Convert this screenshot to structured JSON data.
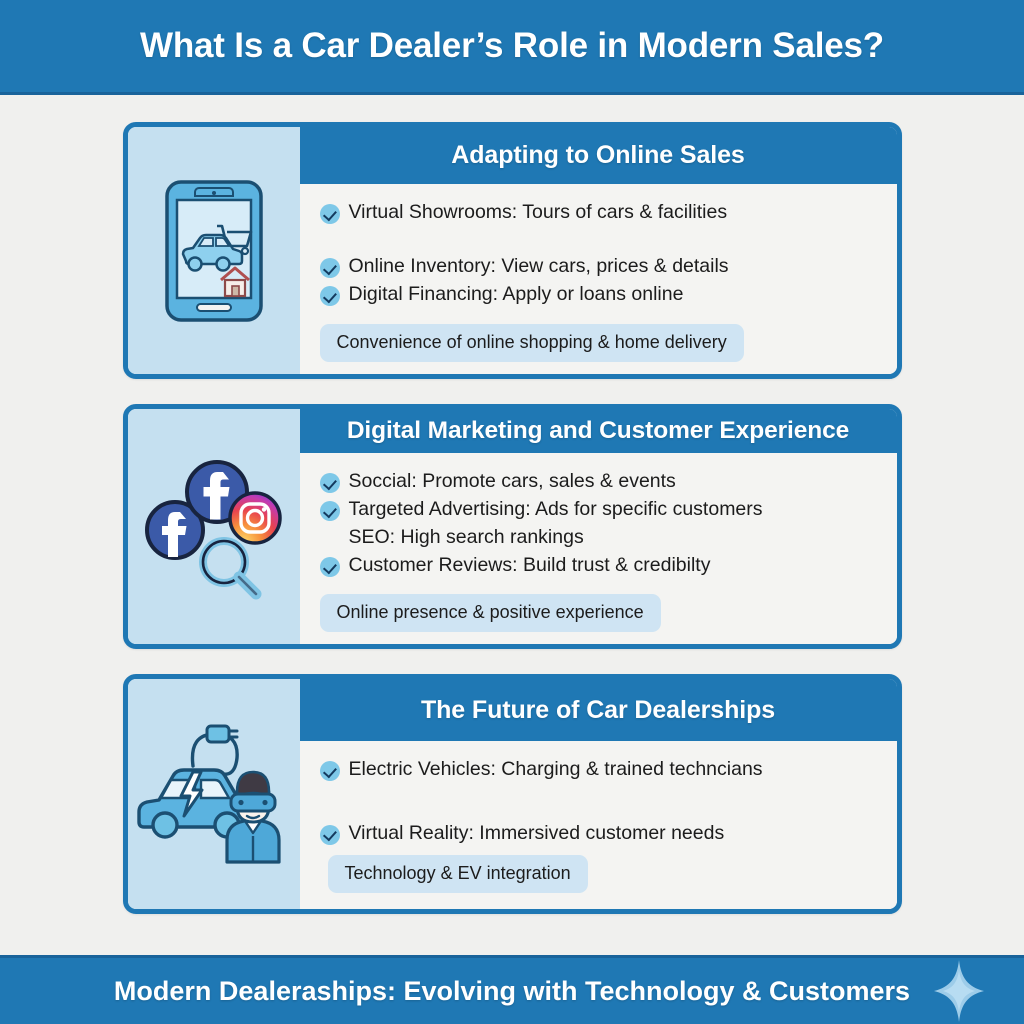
{
  "header": {
    "title": "What Is a Car Dealer’s Role in Modern Sales?"
  },
  "colors": {
    "brand_blue": "#1f78b4",
    "brand_blue_dark": "#19639a",
    "icon_panel_blue": "#c5e0f0",
    "pill_blue": "#cfe4f3",
    "page_background": "#f0f0ee",
    "card_body": "#f4f4f2",
    "check_circle": "#7ec8e8",
    "check_mark": "#143a5e"
  },
  "cards": [
    {
      "id": "adapting-to-online-sales",
      "title": "Adapting to Online Sales",
      "icon": "smartphone-car-shopping-icon",
      "bullets": [
        {
          "text": "Virtual Showrooms: Tours of cars & facilities",
          "checked": true
        },
        {
          "text": "Online Inventory: View cars, prices & details",
          "checked": true
        },
        {
          "text": "Digital Financing: Apply or loans online",
          "checked": true
        }
      ],
      "pill": "Convenience of online shopping & home delivery"
    },
    {
      "id": "digital-marketing-and-customer-experience",
      "title": "Digital Marketing and Customer Experience",
      "icon": "social-media-search-icon",
      "bullets": [
        {
          "text": "Soccial: Promote cars, sales & events",
          "checked": true
        },
        {
          "text": "Targeted Advertising: Ads for specific customers",
          "checked": true
        },
        {
          "text": "SEO: High search rankings",
          "checked": false
        },
        {
          "text": "Customer Reviews: Build trust & credibilty",
          "checked": true
        }
      ],
      "pill": "Online presence & positive experience"
    },
    {
      "id": "the-future-of-car-dealerships",
      "title": "The Future of Car Dealerships",
      "icon": "electric-vehicle-vr-icon",
      "bullets": [
        {
          "text": "Electric Vehicles: Charging & trained techncians",
          "checked": true
        },
        {
          "text": "Virtual Reality: Immersived customer needs",
          "checked": true
        }
      ],
      "pill": "Technology & EV integration"
    }
  ],
  "footer": {
    "text": "Modern Dealeraships: Evolving with Technology & Customers",
    "sparkle_icon": "sparkle-star-icon"
  }
}
